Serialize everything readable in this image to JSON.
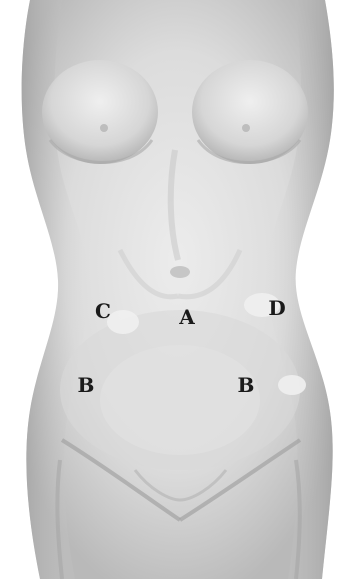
{
  "labels": {
    "a": "A",
    "b_left": "B",
    "b_right": "B",
    "c": "C",
    "d": "D"
  },
  "colors": {
    "background": "#ffffff",
    "skin_light": "#e6e6e6",
    "skin_mid": "#c9c9c9",
    "skin_shadow": "#a8a8a8",
    "label_text": "#1a1a1a"
  }
}
